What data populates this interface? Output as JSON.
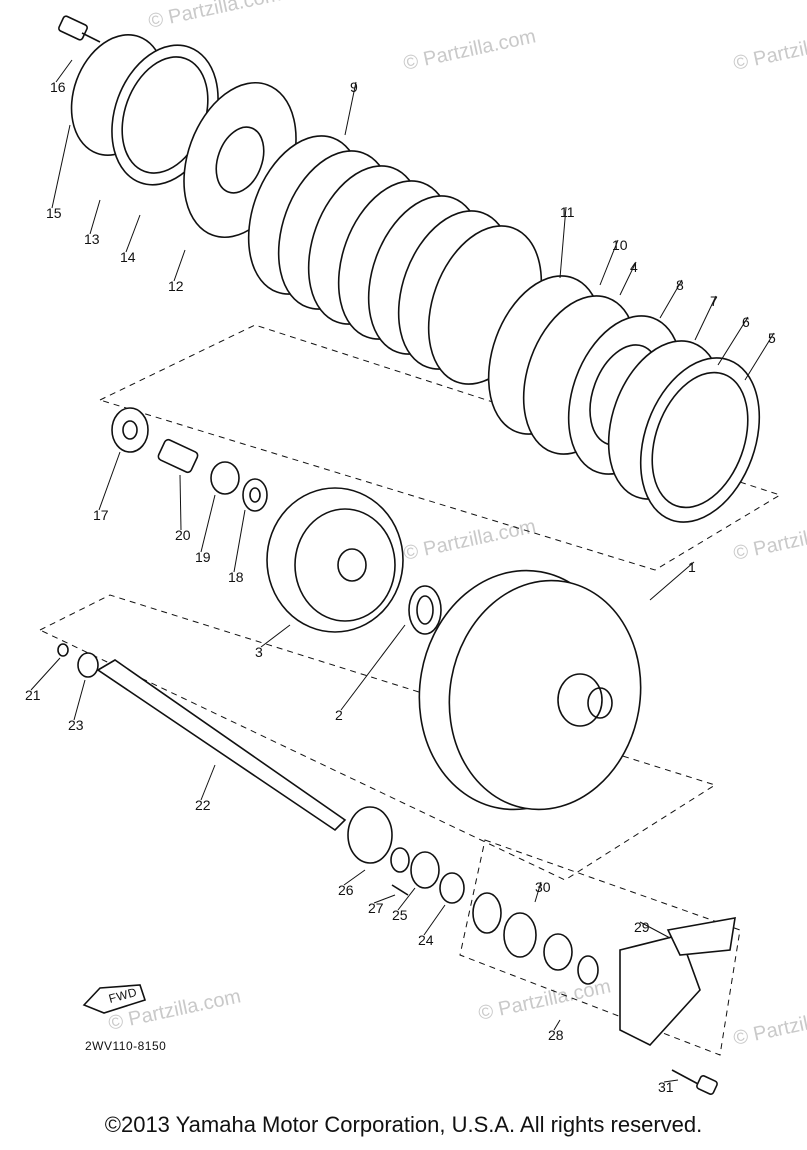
{
  "callouts": [
    "1",
    "2",
    "3",
    "4",
    "5",
    "6",
    "7",
    "8",
    "9",
    "10",
    "11",
    "12",
    "13",
    "14",
    "15",
    "16",
    "17",
    "18",
    "19",
    "20",
    "21",
    "22",
    "23",
    "24",
    "25",
    "26",
    "27",
    "28",
    "29",
    "30",
    "31"
  ],
  "diagram_code": "2WV110-8150",
  "fwd_label": "FWD",
  "watermark_text": "© Partzilla.com",
  "copyright": "©2013  Yamaha Motor Corporation, U.S.A. All rights reserved."
}
